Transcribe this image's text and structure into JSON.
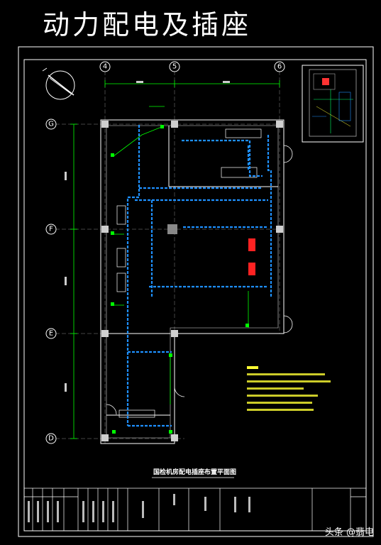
{
  "page_title": "动力配电及插座",
  "plan": {
    "axes_top": [
      "4",
      "5",
      "6"
    ],
    "axes_left": [
      "G",
      "F",
      "E",
      "D"
    ],
    "title": "国检机房配电插座布置平面图"
  },
  "watermark": "头条 @翡电",
  "colors": {
    "background": "#000000",
    "wall": "#ffffff",
    "dimension": "#00ff00",
    "cable": "#1e90ff",
    "notes": "#ffff33",
    "equipment": "#ff0000"
  }
}
